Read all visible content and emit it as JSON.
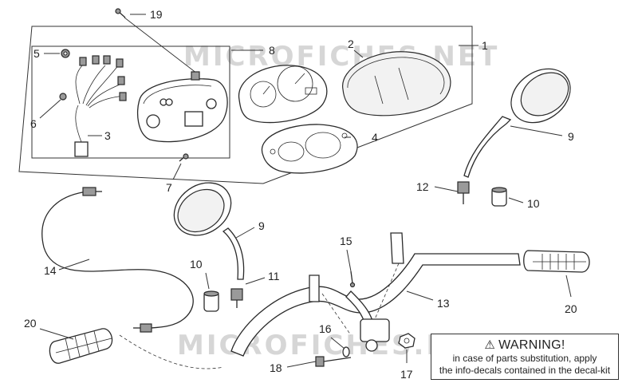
{
  "watermark": {
    "text_top": "MICROFICHES.NET",
    "text_bottom": "MICROFICHES.NET"
  },
  "callouts": {
    "c1": "1",
    "c2": "2",
    "c3": "3",
    "c4": "4",
    "c5": "5",
    "c6": "6",
    "c7": "7",
    "c8": "8",
    "c9a": "9",
    "c9b": "9",
    "c10a": "10",
    "c10b": "10",
    "c11": "11",
    "c12": "12",
    "c13": "13",
    "c14": "14",
    "c15": "15",
    "c16": "16",
    "c17": "17",
    "c18": "18",
    "c19": "19",
    "c20a": "20",
    "c20b": "20"
  },
  "warning": {
    "icon": "warning-triangle-icon",
    "title": "WARNING!",
    "line1": "in case of parts substitution, apply",
    "line2": "the info-decals contained in the decal-kit"
  }
}
